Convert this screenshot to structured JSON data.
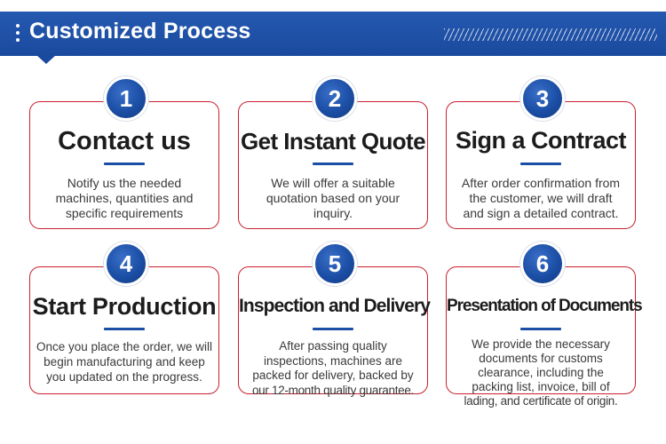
{
  "header": {
    "title": "Customized Process"
  },
  "steps": [
    {
      "number": "1",
      "title": "Contact us",
      "lines": [
        "Notify us the needed",
        "machines, quantities and",
        "specific requirements"
      ]
    },
    {
      "number": "2",
      "title": "Get Instant Quote",
      "lines": [
        "We will offer a suitable",
        "quotation based on your",
        "inquiry."
      ]
    },
    {
      "number": "3",
      "title": "Sign a Contract",
      "lines": [
        "After order confirmation from",
        "the customer, we will draft",
        "and sign a detailed contract."
      ]
    },
    {
      "number": "4",
      "title": "Start Production",
      "lines": [
        "Once you place the order, we will",
        "begin manufacturing and keep",
        "you updated on the progress."
      ]
    },
    {
      "number": "5",
      "title": "Inspection and Delivery",
      "lines": [
        "After passing quality",
        "inspections, machines are",
        "packed for delivery, backed by",
        "our 12-month quality guarantee."
      ]
    },
    {
      "number": "6",
      "title": "Presentation of Documents",
      "lines": [
        "We provide the necessary",
        "documents for customs",
        "clearance, including the",
        "packing list, invoice, bill of",
        "lading, and certificate of origin."
      ]
    }
  ],
  "colors": {
    "header_blue": "#1a4a9e",
    "badge_blue": "#1b4ea5",
    "card_border_red": "#c8202e"
  },
  "icons": {
    "header_dots": "vertical-dots-icon",
    "header_stripes": "stripes-decoration"
  }
}
